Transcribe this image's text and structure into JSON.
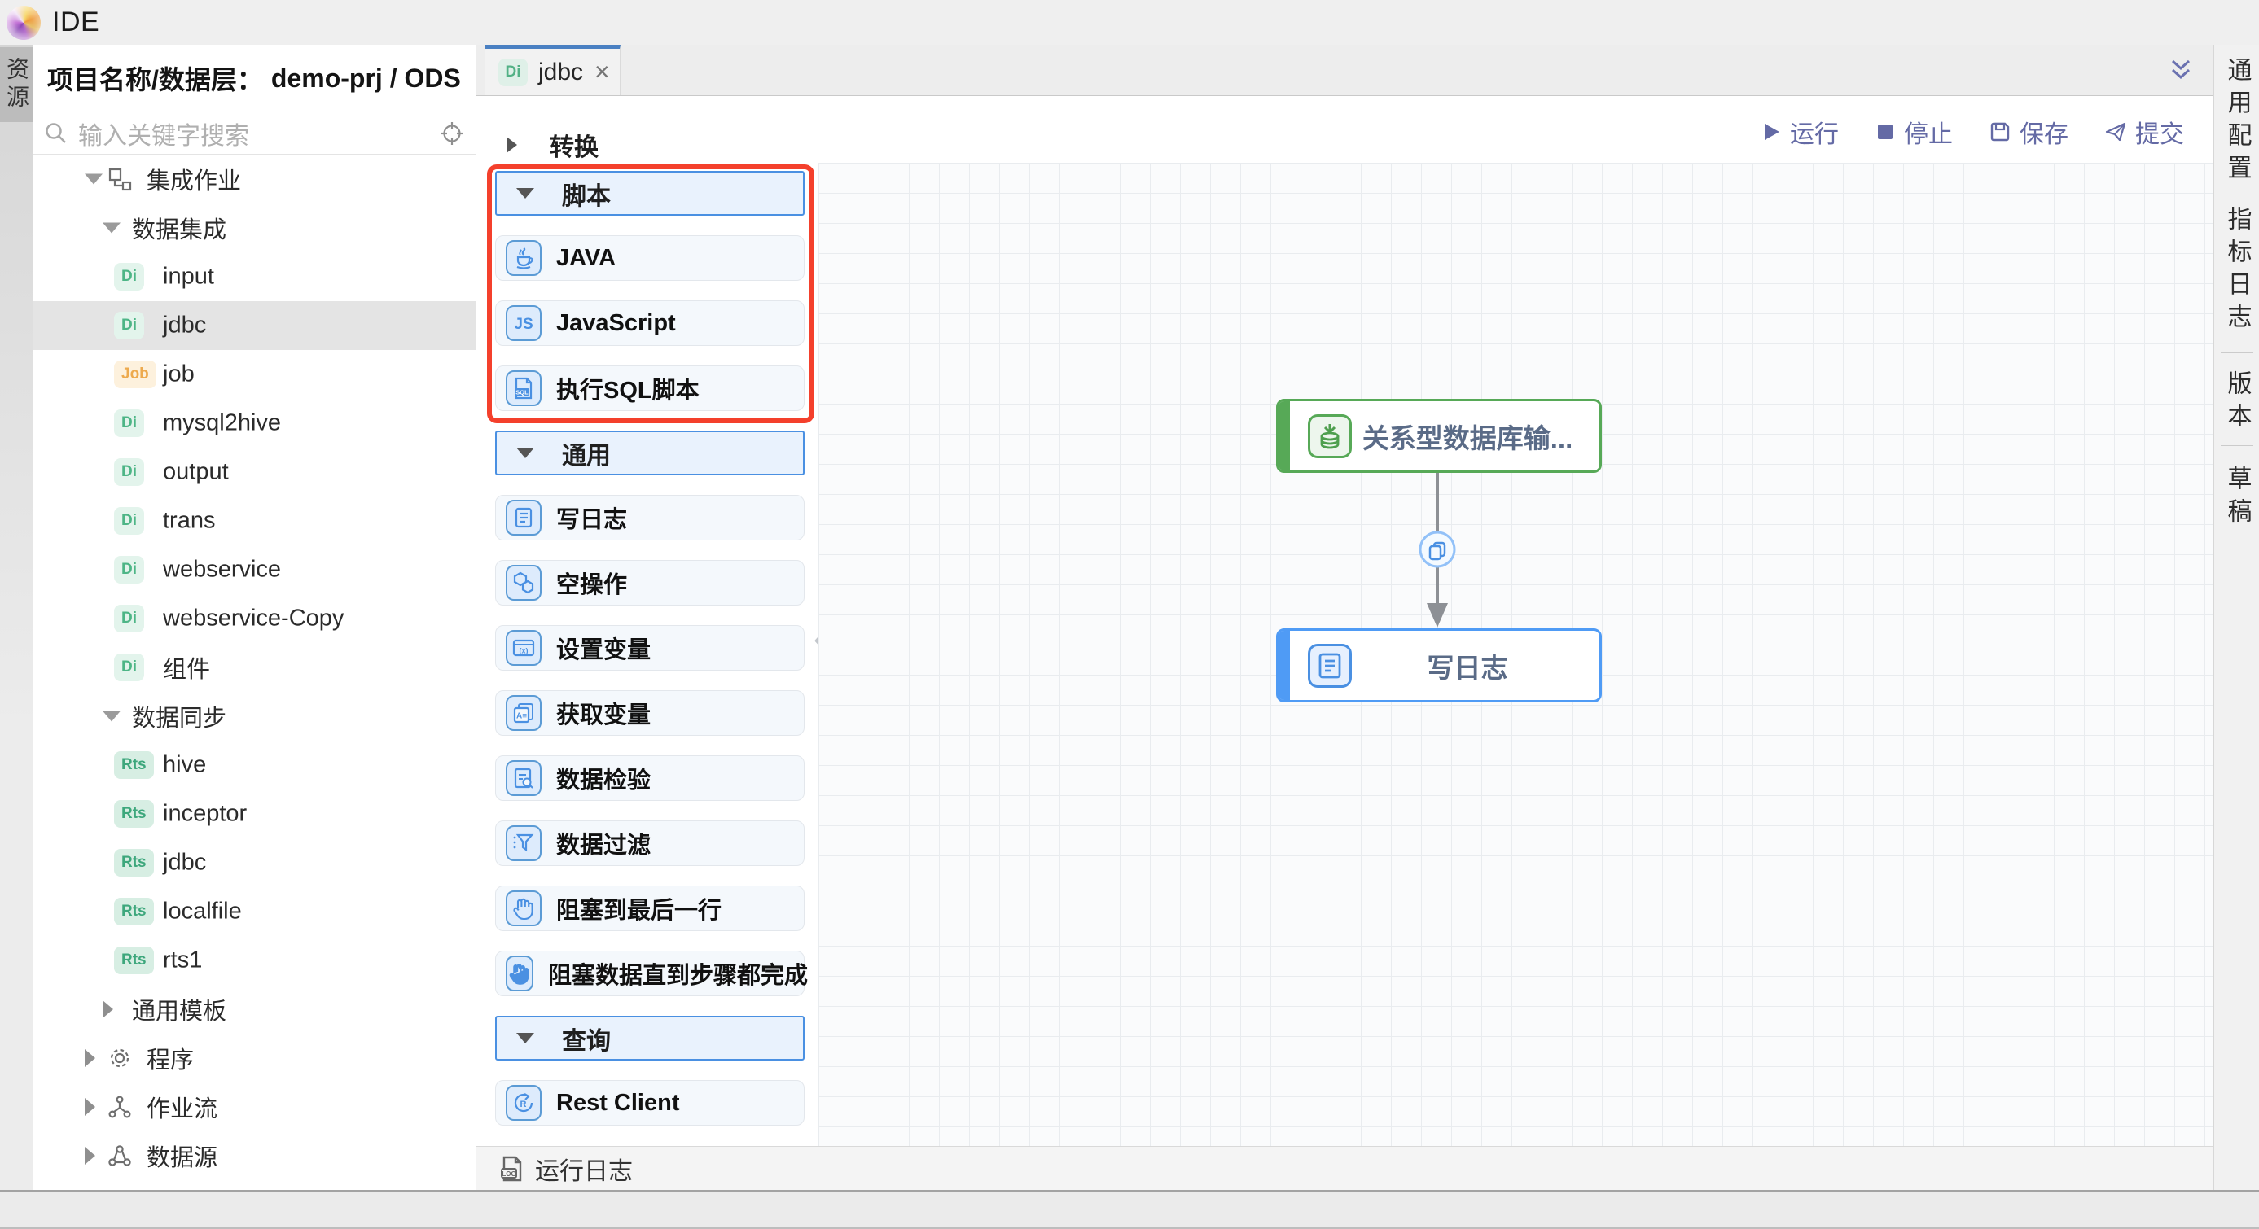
{
  "app": {
    "title": "IDE"
  },
  "left_rail": {
    "tabs": [
      {
        "label": "资源",
        "active": true
      }
    ]
  },
  "sidebar": {
    "header_label": "项目名称/数据层：",
    "header_value": "demo-prj / ODS",
    "search": {
      "placeholder": "输入关键字搜索"
    },
    "tree": [
      {
        "level": 1,
        "caret": "open",
        "icon": "integration-icon",
        "label": "集成作业"
      },
      {
        "level": 2,
        "caret": "open",
        "label": "数据集成"
      },
      {
        "level": 3,
        "badge": "Di",
        "label": "input"
      },
      {
        "level": 3,
        "badge": "Di",
        "label": "jdbc",
        "selected": true
      },
      {
        "level": 3,
        "badge": "Job",
        "label": "job"
      },
      {
        "level": 3,
        "badge": "Di",
        "label": "mysql2hive"
      },
      {
        "level": 3,
        "badge": "Di",
        "label": "output"
      },
      {
        "level": 3,
        "badge": "Di",
        "label": "trans"
      },
      {
        "level": 3,
        "badge": "Di",
        "label": "webservice"
      },
      {
        "level": 3,
        "badge": "Di",
        "label": "webservice-Copy"
      },
      {
        "level": 3,
        "badge": "Di",
        "label": "组件"
      },
      {
        "level": 2,
        "caret": "open",
        "label": "数据同步"
      },
      {
        "level": 3,
        "badge": "Rts",
        "label": "hive"
      },
      {
        "level": 3,
        "badge": "Rts",
        "label": "inceptor"
      },
      {
        "level": 3,
        "badge": "Rts",
        "label": "jdbc"
      },
      {
        "level": 3,
        "badge": "Rts",
        "label": "localfile"
      },
      {
        "level": 3,
        "badge": "Rts",
        "label": "rts1"
      },
      {
        "level": 2,
        "caret": "closed",
        "label": "通用模板"
      },
      {
        "level": 1,
        "caret": "closed",
        "icon": "gear-icon",
        "label": "程序"
      },
      {
        "level": 1,
        "caret": "closed",
        "icon": "workflow-icon",
        "label": "作业流"
      },
      {
        "level": 1,
        "caret": "closed",
        "icon": "datasource-icon",
        "label": "数据源"
      }
    ]
  },
  "tabs": [
    {
      "badge": "Di",
      "label": "jdbc",
      "close": "×",
      "active": true
    }
  ],
  "toolbar": {
    "buttons": [
      {
        "icon": "run-icon",
        "label": "运行"
      },
      {
        "icon": "stop-icon",
        "label": "停止"
      },
      {
        "icon": "save-icon",
        "label": "保存"
      },
      {
        "icon": "submit-icon",
        "label": "提交"
      }
    ]
  },
  "palette": {
    "rows": [
      {
        "type": "collapsed",
        "label": "转换"
      },
      {
        "type": "section",
        "label": "脚本",
        "highlighted": true
      },
      {
        "type": "item",
        "icon": "java-icon",
        "label": "JAVA"
      },
      {
        "type": "item",
        "icon": "javascript-icon",
        "label": "JavaScript"
      },
      {
        "type": "item",
        "icon": "sql-script-icon",
        "label": "执行SQL脚本"
      },
      {
        "type": "section",
        "label": "通用"
      },
      {
        "type": "item",
        "icon": "write-log-icon",
        "label": "写日志"
      },
      {
        "type": "item",
        "icon": "noop-icon",
        "label": "空操作"
      },
      {
        "type": "item",
        "icon": "set-variable-icon",
        "label": "设置变量"
      },
      {
        "type": "item",
        "icon": "get-variable-icon",
        "label": "获取变量"
      },
      {
        "type": "item",
        "icon": "data-check-icon",
        "label": "数据检验"
      },
      {
        "type": "item",
        "icon": "data-filter-icon",
        "label": "数据过滤"
      },
      {
        "type": "item",
        "icon": "block-last-row-icon",
        "label": "阻塞到最后一行"
      },
      {
        "type": "item",
        "icon": "block-until-done-icon",
        "label": "阻塞数据直到步骤都完成"
      },
      {
        "type": "section",
        "label": "查询"
      },
      {
        "type": "item",
        "icon": "rest-client-icon",
        "label": "Rest Client"
      }
    ]
  },
  "canvas": {
    "nodes": [
      {
        "id": "db-input",
        "label": "关系型数据库输...",
        "color": "green",
        "icon": "database-input-icon"
      },
      {
        "id": "write-log",
        "label": "写日志",
        "color": "blue",
        "icon": "write-log-icon"
      }
    ],
    "edge": {
      "icon": "copy-link-icon"
    }
  },
  "log_bar": {
    "label": "运行日志",
    "icon": "log-file-icon"
  },
  "right_panel": {
    "tabs": [
      "通用配置",
      "指标日志",
      "版本",
      "草稿"
    ]
  },
  "colors": {
    "annotation_red": "#f4402c",
    "accent_blue": "#4a90e2",
    "node_green": "#57a957",
    "node_blue": "#4f9bf5",
    "toolbar_purple": "#646aa5",
    "tab_accent_blue": "#4a80c2"
  }
}
